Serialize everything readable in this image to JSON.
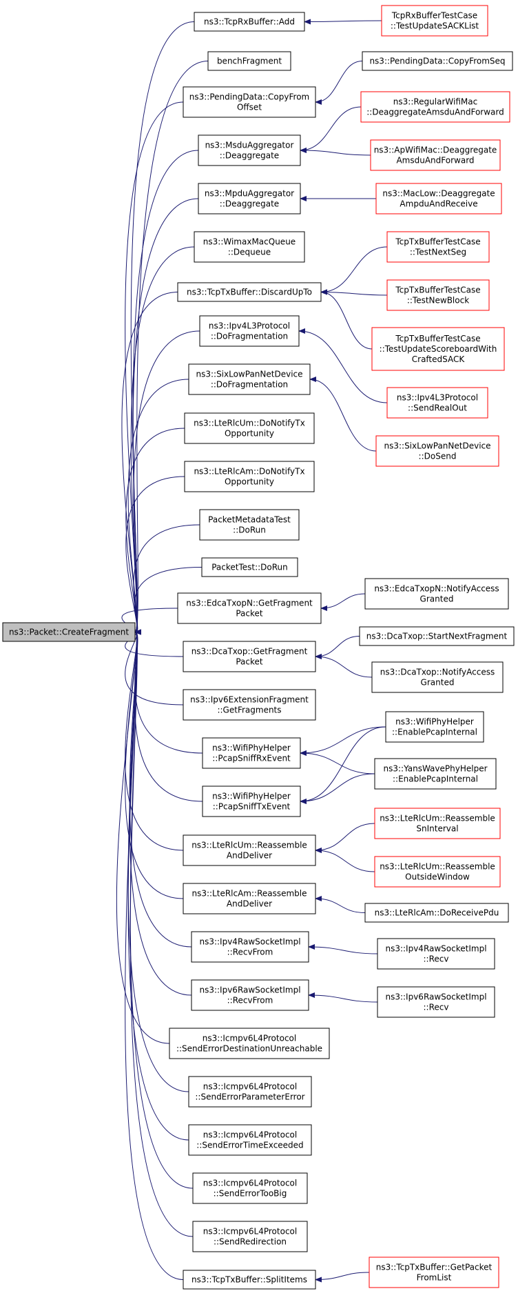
{
  "graph": {
    "root": {
      "id": "root",
      "lines": [
        "ns3::Packet::CreateFragment"
      ],
      "style": "root"
    },
    "callers": [
      {
        "id": "c0",
        "lines": [
          "ns3::TcpRxBuffer::Add"
        ],
        "style": "normal"
      },
      {
        "id": "c1",
        "lines": [
          "benchFragment"
        ],
        "style": "normal"
      },
      {
        "id": "c2",
        "lines": [
          "ns3::PendingData::CopyFrom",
          "Offset"
        ],
        "style": "normal"
      },
      {
        "id": "c3",
        "lines": [
          "ns3::MsduAggregator",
          "::Deaggregate"
        ],
        "style": "normal"
      },
      {
        "id": "c4",
        "lines": [
          "ns3::MpduAggregator",
          "::Deaggregate"
        ],
        "style": "normal"
      },
      {
        "id": "c5",
        "lines": [
          "ns3::WimaxMacQueue",
          "::Dequeue"
        ],
        "style": "normal"
      },
      {
        "id": "c6",
        "lines": [
          "ns3::TcpTxBuffer::DiscardUpTo"
        ],
        "style": "normal"
      },
      {
        "id": "c7",
        "lines": [
          "ns3::Ipv4L3Protocol",
          "::DoFragmentation"
        ],
        "style": "normal"
      },
      {
        "id": "c8",
        "lines": [
          "ns3::SixLowPanNetDevice",
          "::DoFragmentation"
        ],
        "style": "normal"
      },
      {
        "id": "c9",
        "lines": [
          "ns3::LteRlcUm::DoNotifyTx",
          "Opportunity"
        ],
        "style": "normal"
      },
      {
        "id": "c10",
        "lines": [
          "ns3::LteRlcAm::DoNotifyTx",
          "Opportunity"
        ],
        "style": "normal"
      },
      {
        "id": "c11",
        "lines": [
          "PacketMetadataTest",
          "::DoRun"
        ],
        "style": "normal"
      },
      {
        "id": "c12",
        "lines": [
          "PacketTest::DoRun"
        ],
        "style": "normal"
      },
      {
        "id": "c13",
        "lines": [
          "ns3::EdcaTxopN::GetFragment",
          "Packet"
        ],
        "style": "normal"
      },
      {
        "id": "c14",
        "lines": [
          "ns3::DcaTxop::GetFragment",
          "Packet"
        ],
        "style": "normal"
      },
      {
        "id": "c15",
        "lines": [
          "ns3::Ipv6ExtensionFragment",
          "::GetFragments"
        ],
        "style": "normal"
      },
      {
        "id": "c16",
        "lines": [
          "ns3::WifiPhyHelper",
          "::PcapSniffRxEvent"
        ],
        "style": "normal"
      },
      {
        "id": "c17",
        "lines": [
          "ns3::WifiPhyHelper",
          "::PcapSniffTxEvent"
        ],
        "style": "normal"
      },
      {
        "id": "c18",
        "lines": [
          "ns3::LteRlcUm::Reassemble",
          "AndDeliver"
        ],
        "style": "normal"
      },
      {
        "id": "c19",
        "lines": [
          "ns3::LteRlcAm::Reassemble",
          "AndDeliver"
        ],
        "style": "normal"
      },
      {
        "id": "c20",
        "lines": [
          "ns3::Ipv4RawSocketImpl",
          "::RecvFrom"
        ],
        "style": "normal"
      },
      {
        "id": "c21",
        "lines": [
          "ns3::Ipv6RawSocketImpl",
          "::RecvFrom"
        ],
        "style": "normal"
      },
      {
        "id": "c22",
        "lines": [
          "ns3::Icmpv6L4Protocol",
          "::SendErrorDestinationUnreachable"
        ],
        "style": "normal"
      },
      {
        "id": "c23",
        "lines": [
          "ns3::Icmpv6L4Protocol",
          "::SendErrorParameterError"
        ],
        "style": "normal"
      },
      {
        "id": "c24",
        "lines": [
          "ns3::Icmpv6L4Protocol",
          "::SendErrorTimeExceeded"
        ],
        "style": "normal"
      },
      {
        "id": "c25",
        "lines": [
          "ns3::Icmpv6L4Protocol",
          "::SendErrorTooBig"
        ],
        "style": "normal"
      },
      {
        "id": "c26",
        "lines": [
          "ns3::Icmpv6L4Protocol",
          "::SendRedirection"
        ],
        "style": "normal"
      },
      {
        "id": "c27",
        "lines": [
          "ns3::TcpTxBuffer::SplitItems"
        ],
        "style": "normal"
      }
    ],
    "outer": [
      {
        "id": "o0",
        "lines": [
          "TcpRxBufferTestCase",
          "::TestUpdateSACKList"
        ],
        "style": "red",
        "calls": [
          "c0"
        ]
      },
      {
        "id": "o1",
        "lines": [
          "ns3::PendingData::CopyFromSeq"
        ],
        "style": "normal",
        "calls": [
          "c2"
        ]
      },
      {
        "id": "o2",
        "lines": [
          "ns3::RegularWifiMac",
          "::DeaggregateAmsduAndForward"
        ],
        "style": "red",
        "calls": [
          "c3"
        ]
      },
      {
        "id": "o3",
        "lines": [
          "ns3::ApWifiMac::Deaggregate",
          "AmsduAndForward"
        ],
        "style": "red",
        "calls": [
          "c3"
        ]
      },
      {
        "id": "o4",
        "lines": [
          "ns3::MacLow::Deaggregate",
          "AmpduAndReceive"
        ],
        "style": "red",
        "calls": [
          "c4"
        ]
      },
      {
        "id": "o5",
        "lines": [
          "TcpTxBufferTestCase",
          "::TestNextSeg"
        ],
        "style": "red",
        "calls": [
          "c6"
        ]
      },
      {
        "id": "o6",
        "lines": [
          "TcpTxBufferTestCase",
          "::TestNewBlock"
        ],
        "style": "red",
        "calls": [
          "c6"
        ]
      },
      {
        "id": "o7",
        "lines": [
          "TcpTxBufferTestCase",
          "::TestUpdateScoreboardWith",
          "CraftedSACK"
        ],
        "style": "red",
        "calls": [
          "c6"
        ]
      },
      {
        "id": "o8",
        "lines": [
          "ns3::Ipv4L3Protocol",
          "::SendRealOut"
        ],
        "style": "red",
        "calls": [
          "c7"
        ]
      },
      {
        "id": "o9",
        "lines": [
          "ns3::SixLowPanNetDevice",
          "::DoSend"
        ],
        "style": "red",
        "calls": [
          "c8"
        ]
      },
      {
        "id": "o10",
        "lines": [
          "ns3::EdcaTxopN::NotifyAccess",
          "Granted"
        ],
        "style": "normal",
        "calls": [
          "c13"
        ]
      },
      {
        "id": "o11",
        "lines": [
          "ns3::DcaTxop::StartNextFragment"
        ],
        "style": "normal",
        "calls": [
          "c14"
        ]
      },
      {
        "id": "o12",
        "lines": [
          "ns3::DcaTxop::NotifyAccess",
          "Granted"
        ],
        "style": "normal",
        "calls": [
          "c14"
        ]
      },
      {
        "id": "o13",
        "lines": [
          "ns3::WifiPhyHelper",
          "::EnablePcapInternal"
        ],
        "style": "normal",
        "calls": [
          "c16",
          "c17"
        ]
      },
      {
        "id": "o14",
        "lines": [
          "ns3::YansWavePhyHelper",
          "::EnablePcapInternal"
        ],
        "style": "normal",
        "calls": [
          "c16",
          "c17"
        ]
      },
      {
        "id": "o15",
        "lines": [
          "ns3::LteRlcUm::Reassemble",
          "SnInterval"
        ],
        "style": "red",
        "calls": [
          "c18"
        ]
      },
      {
        "id": "o16",
        "lines": [
          "ns3::LteRlcUm::Reassemble",
          "OutsideWindow"
        ],
        "style": "red",
        "calls": [
          "c18"
        ]
      },
      {
        "id": "o17",
        "lines": [
          "ns3::LteRlcAm::DoReceivePdu"
        ],
        "style": "normal",
        "calls": [
          "c19"
        ]
      },
      {
        "id": "o18",
        "lines": [
          "ns3::Ipv4RawSocketImpl",
          "::Recv"
        ],
        "style": "normal",
        "calls": [
          "c20"
        ]
      },
      {
        "id": "o19",
        "lines": [
          "ns3::Ipv6RawSocketImpl",
          "::Recv"
        ],
        "style": "normal",
        "calls": [
          "c21"
        ]
      },
      {
        "id": "o20",
        "lines": [
          "ns3::TcpTxBuffer::GetPacket",
          "FromList"
        ],
        "style": "red",
        "calls": [
          "c27"
        ]
      }
    ],
    "colors": {
      "edge": "#191970",
      "root_fill": "#bfbfbf",
      "red_border": "#ff0000",
      "normal_border": "#000000"
    }
  }
}
